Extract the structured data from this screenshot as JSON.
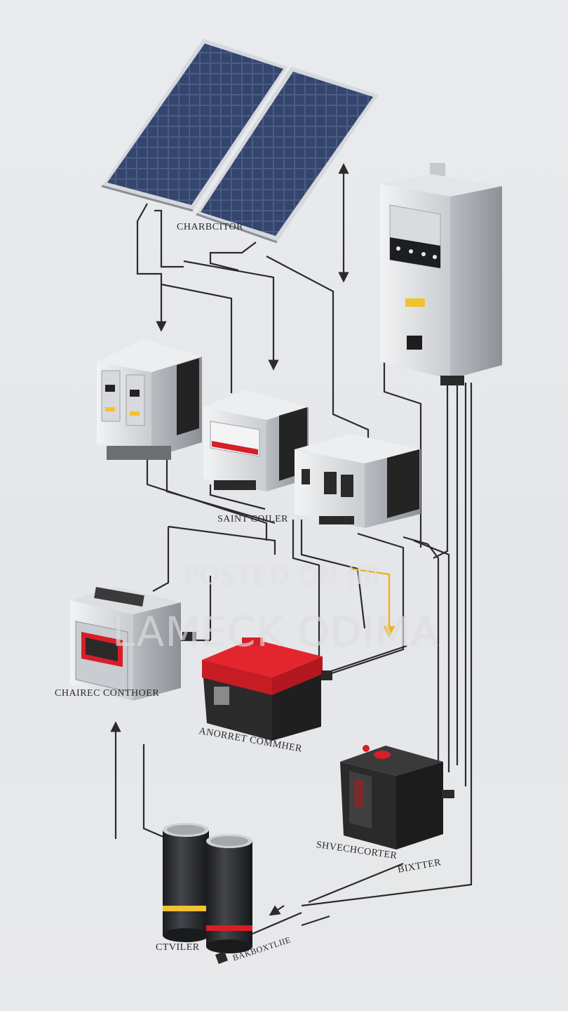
{
  "labels": {
    "charbcitor": "CHARBCITOR",
    "saint_coiler": "SAINT COILER",
    "chairec_conthoer": "CHAIREC CONTHOER",
    "anorret_commher": "ANORRET COMMHER",
    "shvechcorter": "SHVECHCORTER",
    "bixtter": "BIXTTER",
    "ctviler": "CTVILER",
    "bottom_label": "BAKBOXTLIIE"
  },
  "watermark": {
    "line1": "POSTED ON JIJI",
    "line2": "LAMECK ODIMA"
  },
  "colors": {
    "background": "#e6e8eb",
    "panel_cell": "#2b3a5c",
    "battery_red": "#d81e27",
    "battery_dark": "#2a2a2a",
    "wire": "#2b2b2b",
    "accent_wire": "#f2b01e"
  }
}
